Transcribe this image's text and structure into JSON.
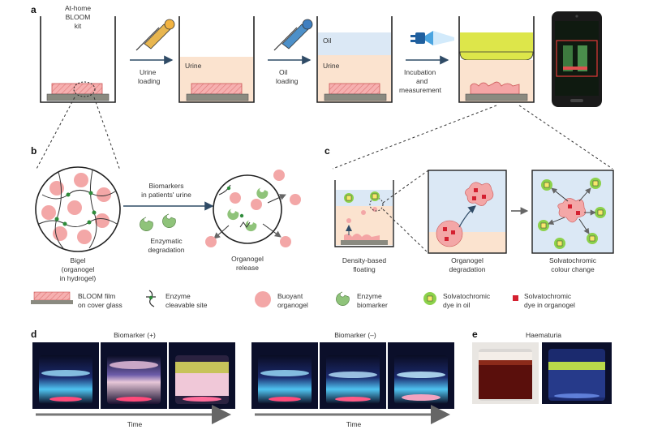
{
  "panels": {
    "a": {
      "label": "a",
      "kit_label_1": "At-home",
      "kit_label_2": "BLOOM",
      "kit_label_3": "kit",
      "step1_1": "Urine",
      "step1_2": "loading",
      "step2_1": "Oil",
      "step2_2": "loading",
      "step3_1": "Incubation",
      "step3_2": "and",
      "step3_3": "measurement",
      "beaker_urine": "Urine",
      "beaker_oil": "Oil",
      "beaker_urine2": "Urine"
    },
    "b": {
      "label": "b",
      "bigel_1": "Bigel",
      "bigel_2": "(organogel",
      "bigel_3": "in hydrogel)",
      "arrow_top_1": "Biomarkers",
      "arrow_top_2": "in patients' urine",
      "arrow_bottom_1": "Enzymatic",
      "arrow_bottom_2": "degradation",
      "release_1": "Organogel",
      "release_2": "release"
    },
    "c": {
      "label": "c",
      "cap1_1": "Density-based",
      "cap1_2": "floating",
      "cap2_1": "Organogel",
      "cap2_2": "degradation",
      "cap3_1": "Solvatochromic",
      "cap3_2": "colour change"
    },
    "legend": {
      "film_1": "BLOOM film",
      "film_2": "on cover glass",
      "site_1": "Enzyme",
      "site_2": "cleavable site",
      "buoy_1": "Buoyant",
      "buoy_2": "organogel",
      "enz_1": "Enzyme",
      "enz_2": "biomarker",
      "dyeoil_1": "Solvatochromic",
      "dyeoil_2": "dye in oil",
      "dyeorg_1": "Solvatochromic",
      "dyeorg_2": "dye in organogel"
    },
    "d": {
      "label": "d",
      "pos_title": "Biomarker (+)",
      "neg_title": "Biomarker (–)",
      "time_1": "Time",
      "time_2": "Time"
    },
    "e": {
      "label": "e",
      "title": "Haematuria"
    }
  },
  "colors": {
    "film": "#f4a5a5",
    "glass": "#8a8a80",
    "urine": "#fbe3cf",
    "oil": "#dbe8f5",
    "yellow_oil": "#dde64a",
    "buoyant": "#f3a7a7",
    "enzyme": "#8fc37a",
    "dye_star": "#8cd14a",
    "dye_square": "#d42030",
    "arrow": "#2f4b66"
  }
}
